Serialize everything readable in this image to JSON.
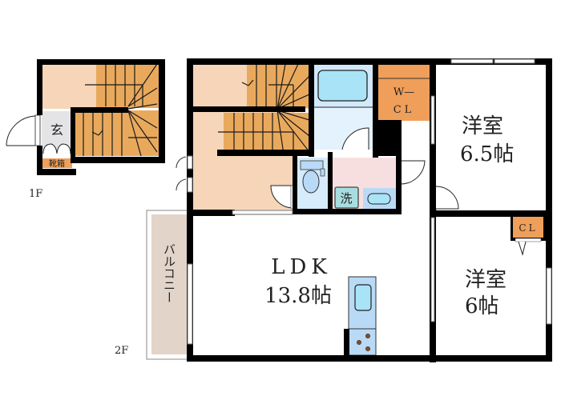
{
  "floor_plan": {
    "floors": [
      {
        "id": "1f",
        "label": "1F"
      },
      {
        "id": "2f",
        "label": "2F"
      }
    ],
    "rooms": {
      "genkan": {
        "label": "玄",
        "type": "entrance"
      },
      "shoe_box": {
        "label": "靴箱",
        "type": "storage"
      },
      "wcl": {
        "label_line1": "W—",
        "label_line2": "CL",
        "type": "walk-in closet"
      },
      "ldk": {
        "label_line1": "LDK",
        "label_line2": "13.8帖",
        "type": "living-dining-kitchen"
      },
      "western_room_1": {
        "label_line1": "洋室",
        "label_line2": "6.5帖",
        "type": "bedroom"
      },
      "western_room_2": {
        "label_line1": "洋室",
        "label_line2": "6帖",
        "type": "bedroom"
      },
      "cl": {
        "label": "CL",
        "type": "closet"
      },
      "balcony": {
        "label": "バルコニー",
        "type": "balcony"
      },
      "washroom": {
        "washer_label": "洗",
        "type": "washroom"
      },
      "bathroom": {
        "type": "bath"
      },
      "toilet": {
        "type": "toilet"
      },
      "stairs": {
        "type": "staircase"
      }
    },
    "colors": {
      "wall": "#000000",
      "hall_floor": "#f6d5b8",
      "stairs": "#e9a95c",
      "closet": "#ef9f5a",
      "entrance": "#e4e4e6",
      "bath": "#d9ecfb",
      "bath_tub": "#a9e3f7",
      "toilet": "#d6ebfb",
      "washroom": "#f7dfe0",
      "kitchen": "#b9daf7",
      "balcony": "#e2d4c9",
      "room": "#ffffff"
    }
  }
}
